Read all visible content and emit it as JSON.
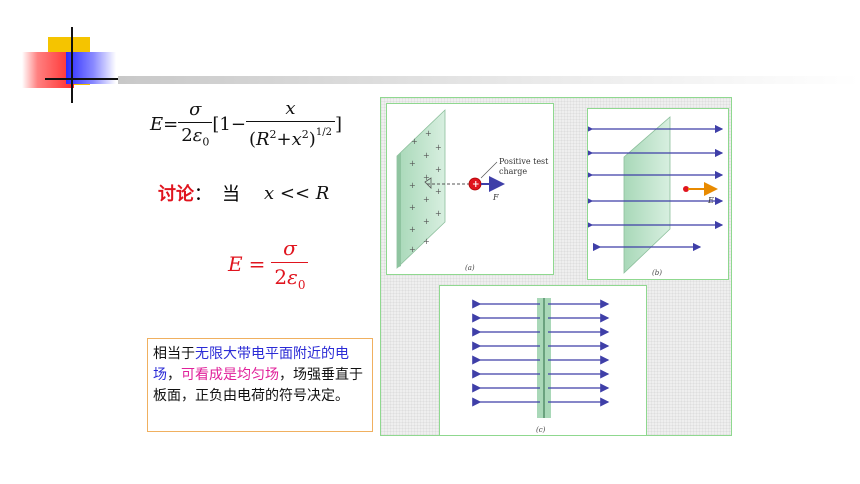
{
  "formula_main": {
    "lhs": "E",
    "eq": "=",
    "frac1_num": "σ",
    "frac1_den_coef": "2",
    "frac1_den_sym": "ε",
    "frac1_den_sub": "0",
    "bracket_open": "[",
    "one": "1",
    "minus": "−",
    "frac2_num": "x",
    "frac2_den_open": "(",
    "frac2_den_R": "R",
    "frac2_den_exp1": "2",
    "frac2_den_plus": "+",
    "frac2_den_x": "x",
    "frac2_den_exp2": "2",
    "frac2_den_close": ")",
    "frac2_den_power_num": "1",
    "frac2_den_power_den": "2",
    "bracket_close": "]"
  },
  "discussion": {
    "label": "讨论",
    "colon": "：",
    "when": "当",
    "condition": "x << R"
  },
  "formula_limit": {
    "lhs": "E",
    "eq": "=",
    "num": "σ",
    "den_coef": "2",
    "den_sym": "ε",
    "den_sub": "0"
  },
  "note": {
    "part1": "相当于",
    "part2_blue": "无限大带电平面附近的电场",
    "part3": "，",
    "part4_magenta": "可看成是均匀场",
    "part5": "，场强垂直于板面，正负由电荷的符号决定。"
  },
  "figures": {
    "a": {
      "label": "(a)",
      "callout_line1": "Positive test",
      "callout_line2": "charge",
      "vector": "F",
      "charge_sign": "+"
    },
    "b": {
      "label": "(b)",
      "vector": "E"
    },
    "c": {
      "label": "(c)"
    }
  },
  "colors": {
    "red": "#e0141e",
    "blue_text": "#2b2bd6",
    "magenta_text": "#e0209a",
    "field_line": "#3f3fa8",
    "panel_border": "#8fd88f",
    "note_border": "#f0b060"
  }
}
